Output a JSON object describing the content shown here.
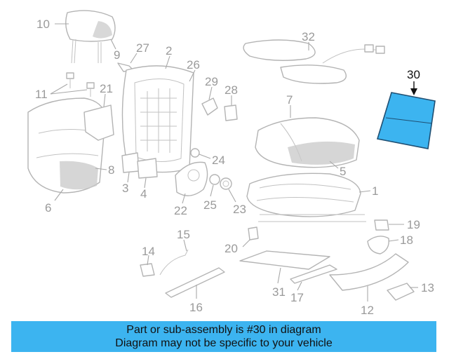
{
  "diagram": {
    "highlighted_callout": "30",
    "highlight_color": "#3cb4f0",
    "callouts": [
      "10",
      "9",
      "27",
      "2",
      "26",
      "32",
      "30",
      "11",
      "21",
      "29",
      "28",
      "7",
      "8",
      "6",
      "3",
      "4",
      "24",
      "5",
      "22",
      "25",
      "23",
      "1",
      "15",
      "19",
      "20",
      "18",
      "14",
      "31",
      "17",
      "13",
      "16",
      "12"
    ]
  },
  "banner": {
    "line1": "Part or sub-assembly is #30 in diagram",
    "line2": "Diagram may not be specific to your vehicle",
    "background": "#3cb4f0"
  }
}
